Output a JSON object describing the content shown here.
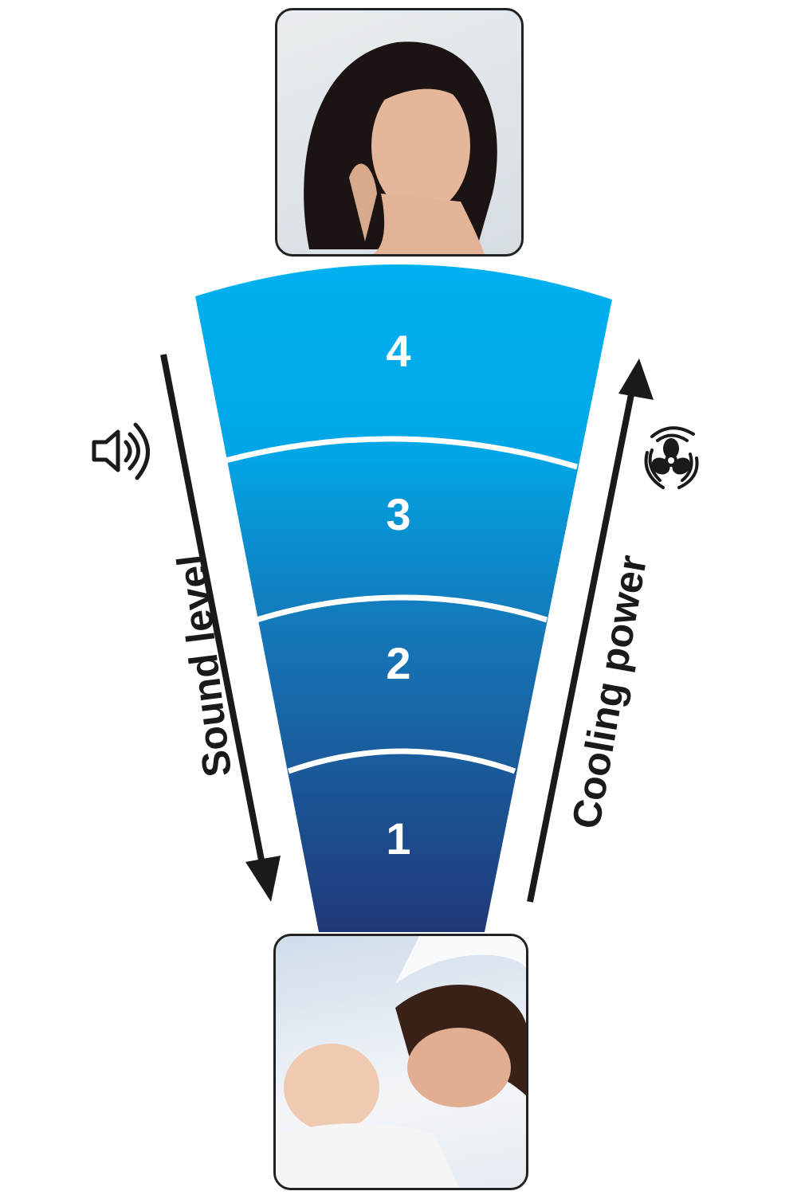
{
  "levels": [
    {
      "label": "4"
    },
    {
      "label": "3"
    },
    {
      "label": "2"
    },
    {
      "label": "1"
    }
  ],
  "left_axis": {
    "label": "Sound level",
    "icon": "speaker-icon",
    "direction": "down"
  },
  "right_axis": {
    "label": "Cooling power",
    "icon": "fan-icon",
    "direction": "up"
  },
  "colors": {
    "top": "#00aeef",
    "bottom": "#1f3a7c",
    "arrow": "#1a1a1a"
  },
  "photos": {
    "top": "woman-with-windblown-hair",
    "bottom": "mother-sleeping-with-baby"
  }
}
